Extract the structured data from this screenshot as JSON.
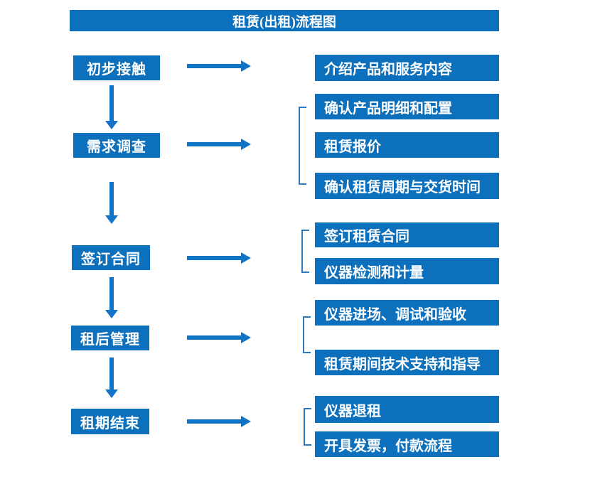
{
  "diagram": {
    "title": "租赁(出租)流程图",
    "stages": [
      {
        "name": "初步接触"
      },
      {
        "name": "需求调查"
      },
      {
        "name": "签订合同"
      },
      {
        "name": "租后管理"
      },
      {
        "name": "租期结束"
      }
    ],
    "details": [
      {
        "label": "介绍产品和服务内容"
      },
      {
        "label": "确认产品明细和配置"
      },
      {
        "label": "租赁报价"
      },
      {
        "label": "确认租赁周期与交货时间"
      },
      {
        "label": "签订租赁合同"
      },
      {
        "label": "仪器检测和计量"
      },
      {
        "label": "仪器进场、调试和验收"
      },
      {
        "label": "租赁期间技术支持和指导"
      },
      {
        "label": "仪器退租"
      },
      {
        "label": "开具发票，付款流程"
      }
    ],
    "flow_map": [
      {
        "stage": "初步接触",
        "details": [
          "介绍产品和服务内容"
        ]
      },
      {
        "stage": "需求调查",
        "details": [
          "确认产品明细和配置",
          "租赁报价",
          "确认租赁周期与交货时间"
        ]
      },
      {
        "stage": "签订合同",
        "details": [
          "签订租赁合同",
          "仪器检测和计量"
        ]
      },
      {
        "stage": "租后管理",
        "details": [
          "仪器进场、调试和验收",
          "租赁期间技术支持和指导"
        ]
      },
      {
        "stage": "租期结束",
        "details": [
          "仪器退租",
          "开具发票，付款流程"
        ]
      }
    ],
    "colors": {
      "box_fill": "#0d70bc",
      "arrow": "#1274c6",
      "bracket": "#2f79be",
      "text": "#ffffff"
    }
  }
}
